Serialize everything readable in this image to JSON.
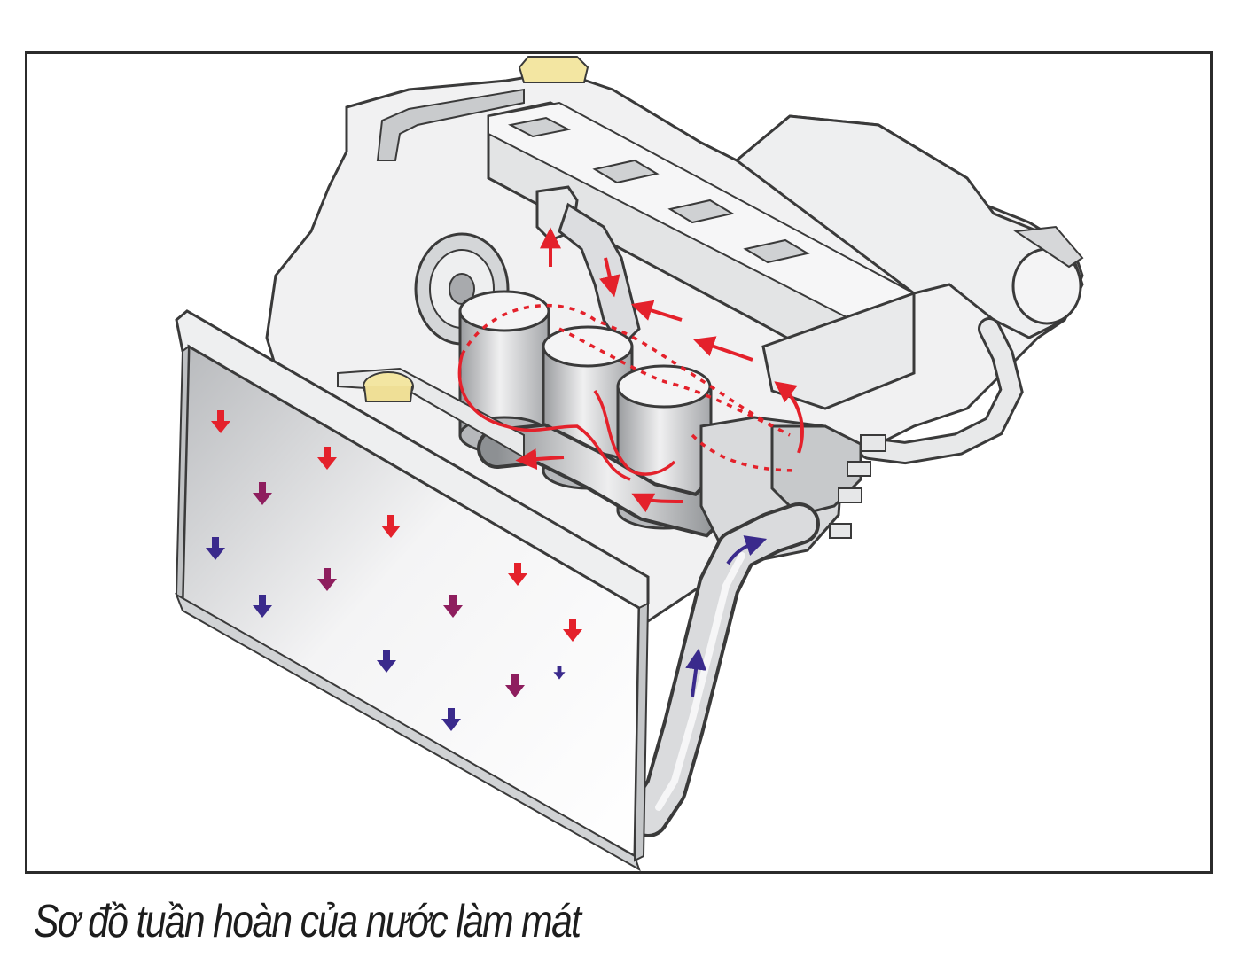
{
  "caption": "Sơ đồ tuần hoàn của nước làm mát",
  "colors": {
    "hot": "#e4212b",
    "warm": "#8e1e5e",
    "cool": "#3a2a8c",
    "frame": "#2b2b2b",
    "metal_light": "#f1f1f2",
    "metal_mid": "#c9cbcd",
    "metal_dark": "#8d9093",
    "outline": "#3a3a3a",
    "cap": "#f3e6a2"
  },
  "icons": {
    "hot_coolant": "arrow-down-red",
    "warm_coolant": "arrow-down-purple",
    "cool_coolant": "arrow-down-blue",
    "pump_flow": "arrow-up-blue"
  }
}
